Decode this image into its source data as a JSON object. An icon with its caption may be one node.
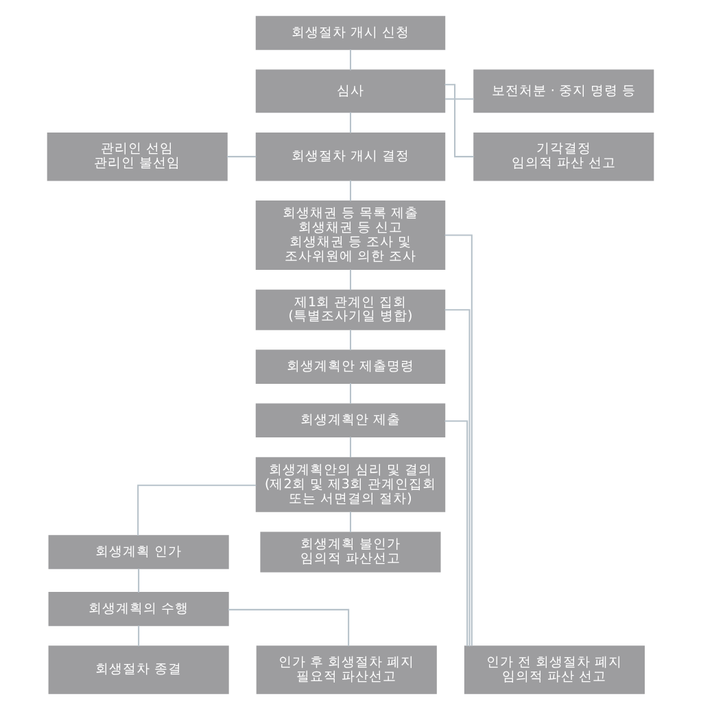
{
  "diagram": {
    "nodes": [
      {
        "text": [
          "회생절차 개시 신청"
        ]
      },
      {
        "text": [
          "심사"
        ]
      },
      {
        "text": [
          "보전처분 · 중지 명령 등"
        ]
      },
      {
        "text": [
          "관리인 선임",
          "관리인 불선임"
        ]
      },
      {
        "text": [
          "회생절차 개시 결정"
        ]
      },
      {
        "text": [
          "기각결정",
          "임의적 파산 선고"
        ]
      },
      {
        "text": [
          "회생채권 등 목록 제출",
          "회생채권 등 신고",
          "회생채권 등 조사 및 조사위원에 의한 조사"
        ]
      },
      {
        "text": [
          "제1회 관계인 집회",
          "(특별조사기일 병합)"
        ]
      },
      {
        "text": [
          "회생계획안 제출명령"
        ]
      },
      {
        "text": [
          "회생계획안 제출"
        ]
      },
      {
        "text": [
          "회생계획안의 심리 및 결의",
          "(제2회 및 제3회 관계인집회 또는 서면결의 절차)"
        ]
      },
      {
        "text": [
          "회생계획 인가"
        ]
      },
      {
        "text": [
          "회생계획 불인가",
          "임의적 파산선고"
        ]
      },
      {
        "text": [
          "회생계획의 수행"
        ]
      },
      {
        "text": [
          "회생절차 종결"
        ]
      },
      {
        "text": [
          "인가 후 회생절차 폐지",
          "필요적 파산선고"
        ]
      },
      {
        "text": [
          "인가 전 회생절차 폐지",
          "임의적 파산 선고"
        ]
      }
    ],
    "edges": [
      {
        "from": 0,
        "to": 1,
        "arrow": "none"
      },
      {
        "from": 1,
        "to": 2,
        "arrow": "none"
      },
      {
        "from": 1,
        "to": 4,
        "arrow": "none"
      },
      {
        "from": 1,
        "to": 5,
        "arrow": "none"
      },
      {
        "from": 3,
        "to": 4,
        "arrow": "none"
      },
      {
        "from": 4,
        "to": 6,
        "arrow": "none"
      },
      {
        "from": 6,
        "to": 7,
        "arrow": "none"
      },
      {
        "from": 6,
        "to": 16,
        "arrow": "none"
      },
      {
        "from": 7,
        "to": 8,
        "arrow": "none"
      },
      {
        "from": 7,
        "to": 16,
        "arrow": "none"
      },
      {
        "from": 8,
        "to": 9,
        "arrow": "none"
      },
      {
        "from": 9,
        "to": 10,
        "arrow": "none"
      },
      {
        "from": 9,
        "to": 16,
        "arrow": "none"
      },
      {
        "from": 10,
        "to": 11,
        "arrow": "none"
      },
      {
        "from": 10,
        "to": 12,
        "arrow": "none"
      },
      {
        "from": 11,
        "to": 13,
        "arrow": "none"
      },
      {
        "from": 13,
        "to": 14,
        "arrow": "none"
      },
      {
        "from": 13,
        "to": 15,
        "arrow": "none"
      }
    ]
  }
}
